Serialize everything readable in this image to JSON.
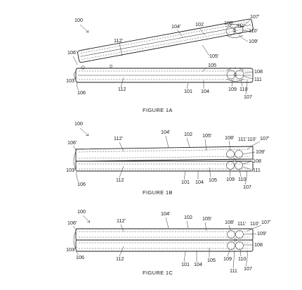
{
  "figures": [
    {
      "id": "1A",
      "caption": "FIGURE 1A",
      "labels": {
        "assembly": "100",
        "r104p": "104'",
        "r102": "102",
        "r108p": "108'",
        "r107p": "107'",
        "r111p": "111'",
        "r110p": "110'",
        "r109p": "109'",
        "r112p": "112'",
        "r105p": "105'",
        "r106p": "106'",
        "r105": "105",
        "r108": "108",
        "r111": "111",
        "r103": "103",
        "r106": "106",
        "r112": "112",
        "r101": "101",
        "r104": "104",
        "r109": "109",
        "r110": "110",
        "r107": "107"
      }
    },
    {
      "id": "1B",
      "caption": "FIGURE 1B",
      "labels": {
        "assembly": "100",
        "r104p": "104'",
        "r102": "102",
        "r105p": "105'",
        "r108p": "108'",
        "r111p": "111'",
        "r110p": "110'",
        "r107p": "107'",
        "r106p": "106'",
        "r112p": "112'",
        "r109p": "109'",
        "r108": "108",
        "r111": "111",
        "r103": "103",
        "r106": "106",
        "r112": "112",
        "r101": "101",
        "r104": "104",
        "r105": "105",
        "r109": "109",
        "r110": "110",
        "r107": "107"
      }
    },
    {
      "id": "1C",
      "caption": "FIGURE 1C",
      "labels": {
        "assembly": "100",
        "r104p": "104'",
        "r102": "102",
        "r106p": "106'",
        "r112p": "112'",
        "r105p": "105'",
        "r108p": "108'",
        "r111p": "111'",
        "r110p": "110'",
        "r107p": "107'",
        "r109p": "109'",
        "r108": "108",
        "r103": "103",
        "r106": "106",
        "r112": "112",
        "r101": "101",
        "r104": "104",
        "r105": "105",
        "r109": "109",
        "r111": "111",
        "r110": "110",
        "r107": "107"
      }
    }
  ]
}
